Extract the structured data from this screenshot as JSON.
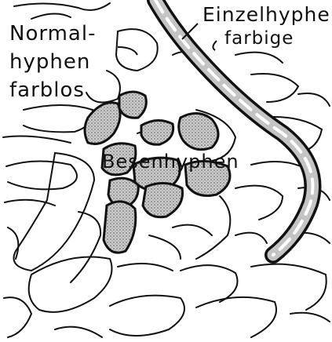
{
  "labels": {
    "normal_line1": "Normal-",
    "normal_line2": "hyphen",
    "normal_line3": "farblos",
    "einzel_line1": "Einzelhyphe",
    "einzel_line2": "farbige",
    "besen": "Besenhyphen"
  },
  "colors": {
    "ink": "#111111",
    "stipple": "#9a9a9a",
    "background": "#ffffff"
  }
}
